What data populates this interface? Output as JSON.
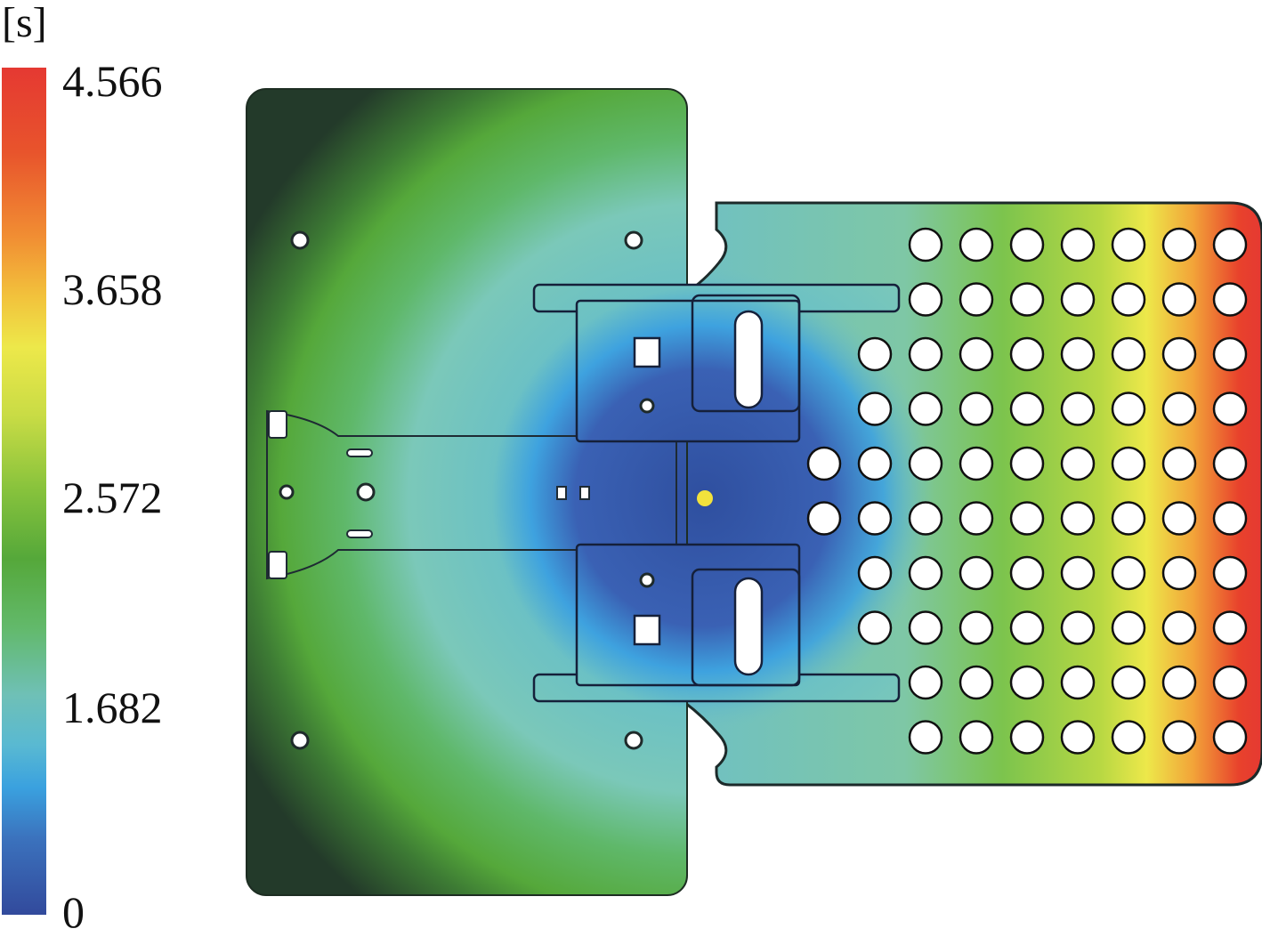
{
  "legend": {
    "unit": "[s]",
    "ticks": [
      "4.566",
      "3.658",
      "2.572",
      "1.682",
      "0"
    ],
    "colors": {
      "max": "#e53932",
      "upper": "#ede84a",
      "mid": "#55a83a",
      "lower": "#6fc0b6",
      "cyan": "#3aa1df",
      "min": "#324a9c"
    }
  },
  "model": {
    "marker_color": "#f2e23c",
    "hole_rows": [
      7,
      7,
      8,
      8,
      9,
      9,
      8,
      8,
      7,
      7
    ]
  }
}
